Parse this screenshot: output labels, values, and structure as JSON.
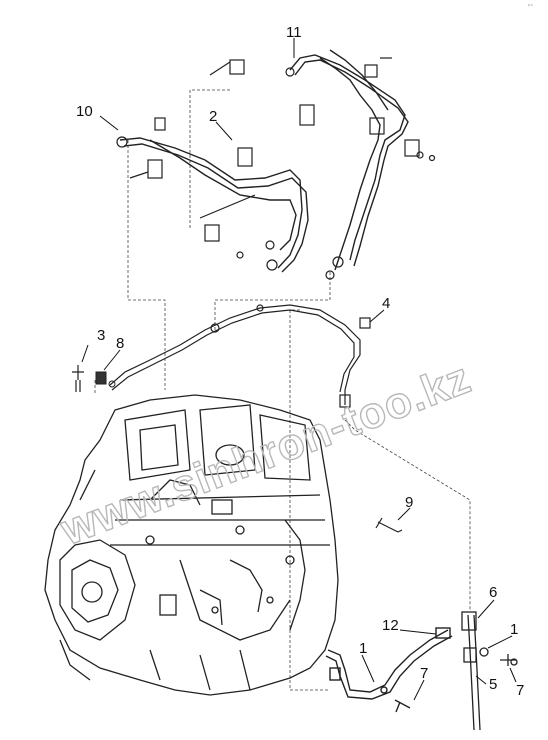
{
  "corner_mark": "ᵖˢ",
  "watermark": "www.sinhron-too.kz",
  "callouts": {
    "c11": "11",
    "c10": "10",
    "c2": "2",
    "c4": "4",
    "c3": "3",
    "c8": "8",
    "c9": "9",
    "c6": "6",
    "c12": "12",
    "c1a": "1",
    "c1b": "1",
    "c7a": "7",
    "c7b": "7",
    "c5": "5"
  }
}
